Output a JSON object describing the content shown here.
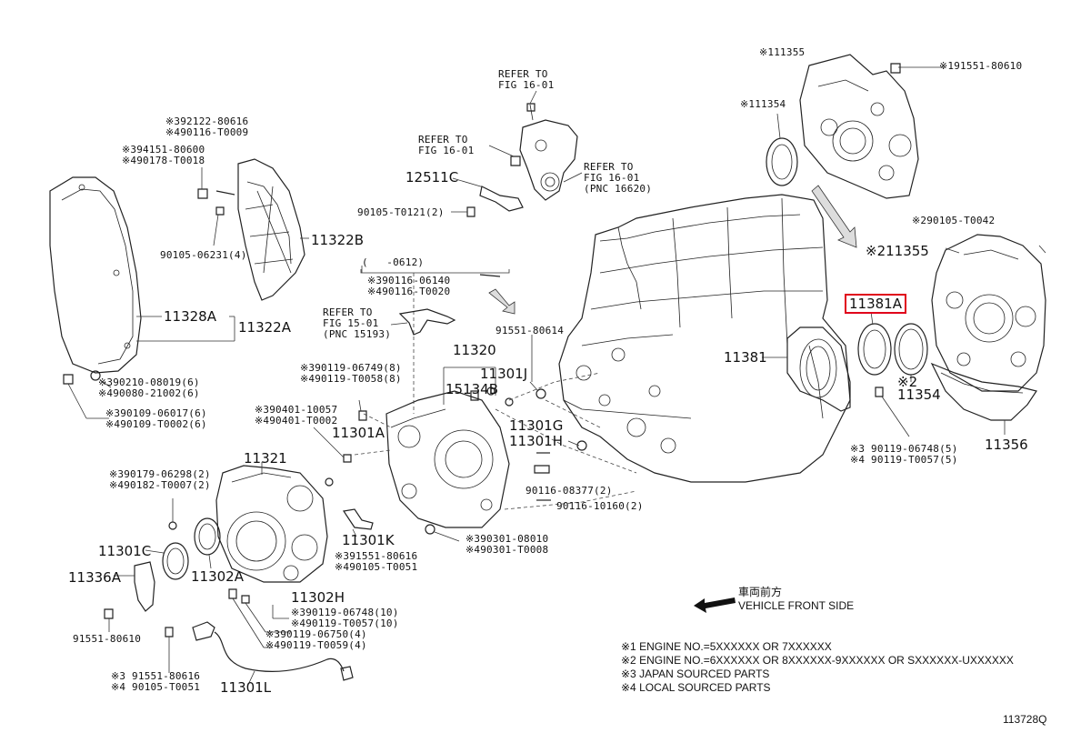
{
  "diagram_id": "113728Q",
  "direction": {
    "jp": "車両前方",
    "en": "VEHICLE FRONT SIDE"
  },
  "notes": [
    "※1 ENGINE NO.=5XXXXXX OR 7XXXXXX",
    "※2 ENGINE NO.=6XXXXXX OR 8XXXXXX-9XXXXXX OR SXXXXXX-UXXXXXX",
    "※3 JAPAN SOURCED PARTS",
    "※4 LOCAL SOURCED PARTS"
  ],
  "highlighted": "11381A",
  "labels": {
    "p11355_top": "※111355",
    "p11354_top": "※111354",
    "p91551_80610_top": "※191551-80610",
    "refer1": "REFER TO\nFIG 16-01",
    "refer2": "REFER TO\nFIG 16-01",
    "refer3": "REFER TO\nFIG 16-01\n(PNC 16620)",
    "p12511C": "12511C",
    "p90105_T0121": "90105-T0121(2)",
    "p392122": "※392122-80616\n※490116-T0009",
    "p394151": "※394151-80600\n※490178-T0018",
    "p90105_06231": "90105-06231(4)",
    "p11322B": "11322B",
    "p11328A": "11328A",
    "p11322A": "11322A",
    "range": "(   -0612)",
    "p390116": "※390116-06140\n※490116-T0020",
    "refer4": "REFER TO\nFIG 15-01\n(PNC 15193)",
    "p91551_80614": "91551-80614",
    "p390210": "※390210-08019(6)\n※490080-21002(6)",
    "p390109": "※390109-06017(6)\n※490109-T0002(6)",
    "p390119_8": "※390119-06749(8)\n※490119-T0058(8)",
    "p11320": "11320",
    "p11301J": "11301J",
    "p15134B": "15134B",
    "p390401": "※390401-10057\n※490401-T0002",
    "p11301A": "11301A",
    "p11301G": "11301G",
    "p11301H": "11301H",
    "p90116_08377": "90116-08377(2)",
    "p90116_10160": "90116-10160(2)",
    "p11321": "11321",
    "p390179": "※390179-06298(2)\n※490182-T0007(2)",
    "p11301C": "11301C",
    "p11336A": "11336A",
    "p11302A": "11302A",
    "p11301K": "11301K",
    "p391551_80616": "※391551-80616\n※490105-T0051",
    "p390301": "※390301-08010\n※490301-T0008",
    "p11302H": "11302H",
    "p390119_10": "※390119-06748(10)\n※490119-T0057(10)",
    "p390119_4": "※390119-06750(4)\n※490119-T0059(4)",
    "p91551_80610": "91551-80610",
    "p3_91551": "※3 91551-80616\n※4 90105-T0051",
    "p11301L": "11301L",
    "p290105": "※290105-T0042",
    "p211355": "※211355",
    "p11381A": "11381A",
    "p11381": "11381",
    "p211354": "※2\n11354",
    "p11356": "11356",
    "p390119_5": "※3 90119-06748(5)\n※4 90119-T0057(5)"
  }
}
